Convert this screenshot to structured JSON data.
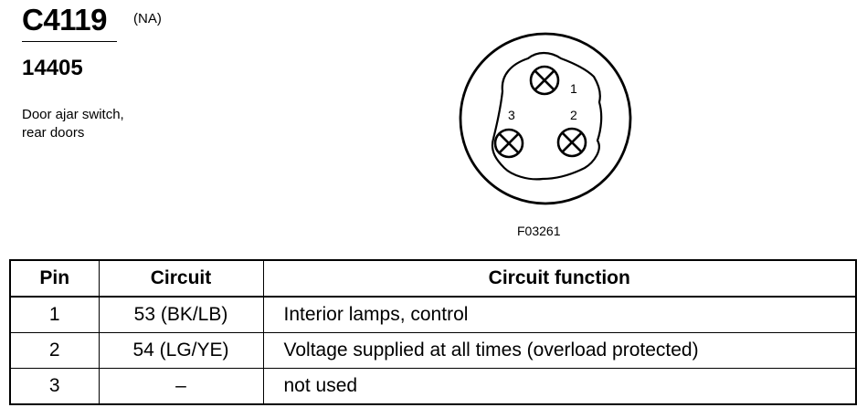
{
  "connector": {
    "id": "C4119",
    "region": "(NA)",
    "part_number": "14405",
    "description_lines": [
      "Door ajar switch,",
      "rear doors"
    ]
  },
  "diagram": {
    "figure_code": "F03261",
    "pin_labels": [
      "1",
      "2",
      "3"
    ]
  },
  "table": {
    "headers": [
      "Pin",
      "Circuit",
      "Circuit function"
    ],
    "rows": [
      {
        "pin": "1",
        "circuit": "53 (BK/LB)",
        "function": "Interior lamps, control"
      },
      {
        "pin": "2",
        "circuit": "54 (LG/YE)",
        "function": "Voltage supplied at all times (overload protected)"
      },
      {
        "pin": "3",
        "circuit": "–",
        "function": "not used"
      }
    ]
  }
}
